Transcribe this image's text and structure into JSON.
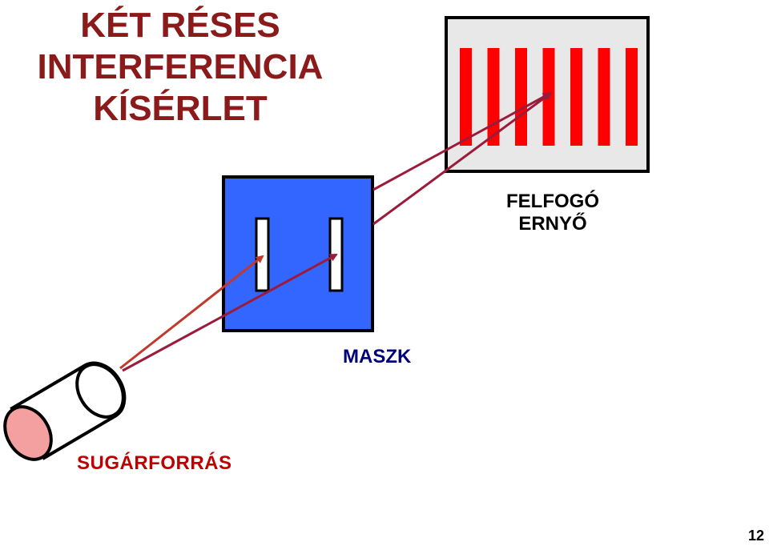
{
  "title": {
    "line1": "KÉT RÉSES",
    "line2": "INTERFERENCIA",
    "line3": "KÍSÉRLET"
  },
  "labels": {
    "screen_line1": "FELFOGÓ",
    "screen_line2": "ERNYŐ",
    "mask": "MASZK",
    "source": "SUGÁRFORRÁS"
  },
  "page_number": "12",
  "colors": {
    "title": "#8b1a1a",
    "mask_fill": "#3366ff",
    "screen_fill": "#e8e8e8",
    "fringe": "#ff0000",
    "ray_to_slit_left": "#c0392b",
    "ray_to_slit_right": "#9b1b3b",
    "source_face": "#f4a0a0",
    "mask_label": "#00007a",
    "source_label": "#c00000"
  },
  "fringes": {
    "count": 7
  }
}
